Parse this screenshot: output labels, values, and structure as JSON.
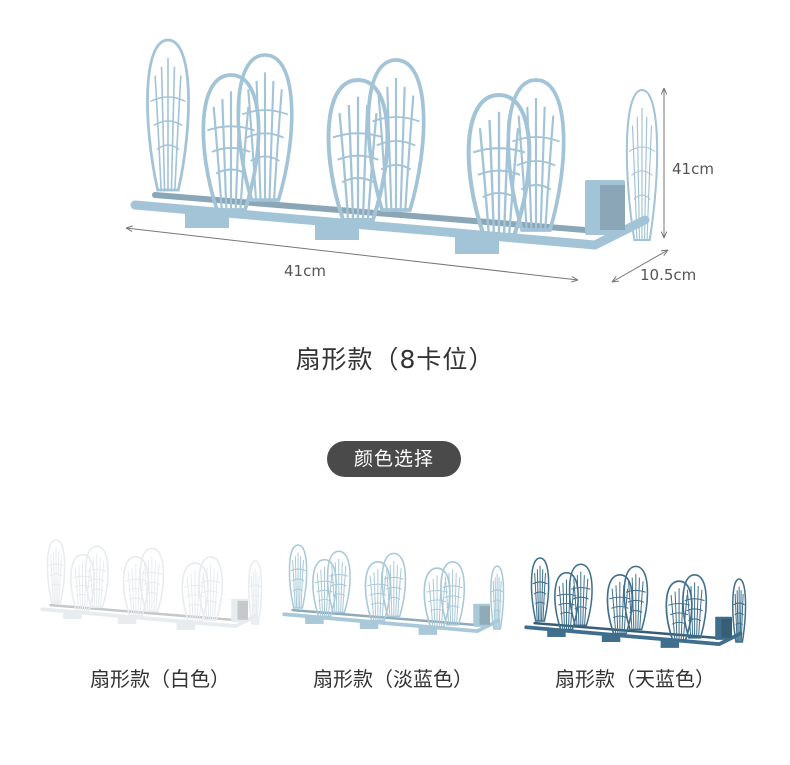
{
  "dimensions": {
    "height": "41cm",
    "length": "41cm",
    "depth": "10.5cm"
  },
  "title": "扇形款（8卡位）",
  "color_pill": "颜色选择",
  "variants": [
    {
      "label": "扇形款（白色）",
      "color": "#e8ecee"
    },
    {
      "label": "扇形款（淡蓝色）",
      "color": "#a9c9d8"
    },
    {
      "label": "扇形款（天蓝色）",
      "color": "#3f6f8c"
    }
  ],
  "main_color": "#a3c4d7"
}
